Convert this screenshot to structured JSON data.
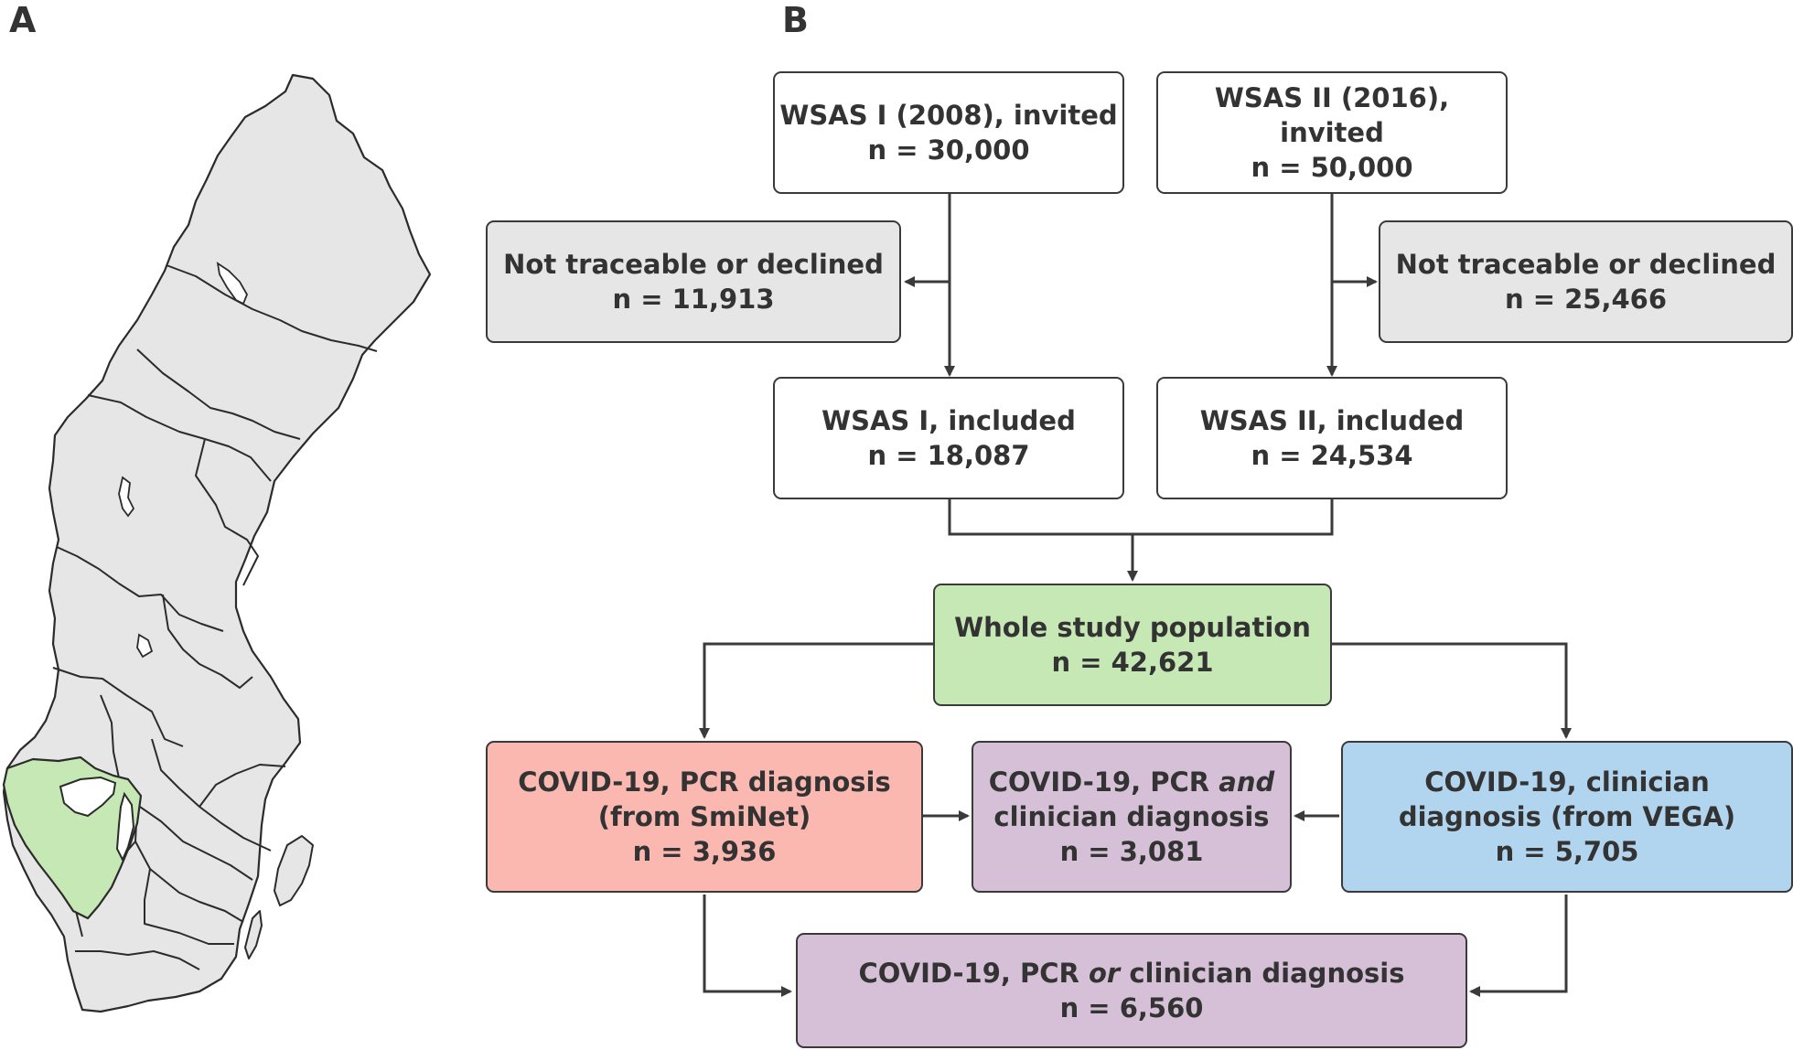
{
  "panel_labels": {
    "a": "A",
    "b": "B"
  },
  "map": {
    "highlight_color": "#c6e8b4",
    "region_color": "#e6e6e6",
    "border_color": "#2b2b2b"
  },
  "flow": {
    "wsas1_invited": {
      "title": "WSAS I (2008), invited",
      "n": "n = 30,000"
    },
    "wsas2_invited": {
      "title": "WSAS II (2016), invited",
      "n": "n = 50,000"
    },
    "excluded1": {
      "title": "Not traceable or declined",
      "n": "n = 11,913"
    },
    "excluded2": {
      "title": "Not traceable or declined",
      "n": "n = 25,466"
    },
    "wsas1_included": {
      "title": "WSAS I, included",
      "n": "n = 18,087"
    },
    "wsas2_included": {
      "title": "WSAS II, included",
      "n": "n = 24,534"
    },
    "whole": {
      "title": "Whole study population",
      "n": "n = 42,621"
    },
    "pcr": {
      "line1": "COVID-19, PCR diagnosis",
      "line2": "(from SmiNet)",
      "n": "n = 3,936"
    },
    "both": {
      "line1_pre": "COVID-19, PCR ",
      "line1_em": "and",
      "line2": "clinician diagnosis",
      "n": "n = 3,081"
    },
    "clinician": {
      "line1": "COVID-19, clinician",
      "line2": "diagnosis (from VEGA)",
      "n": "n = 5,705"
    },
    "either": {
      "line1_pre": "COVID-19, PCR ",
      "line1_em": "or",
      "line1_post": " clinician diagnosis",
      "n": "n = 6,560"
    }
  },
  "colors": {
    "white": "#ffffff",
    "grey": "#e6e6e6",
    "green": "#c6e8b4",
    "red": "#fbb8b0",
    "purple": "#d6c0d7",
    "blue": "#b2d5ef",
    "line": "#3a3a3a"
  }
}
